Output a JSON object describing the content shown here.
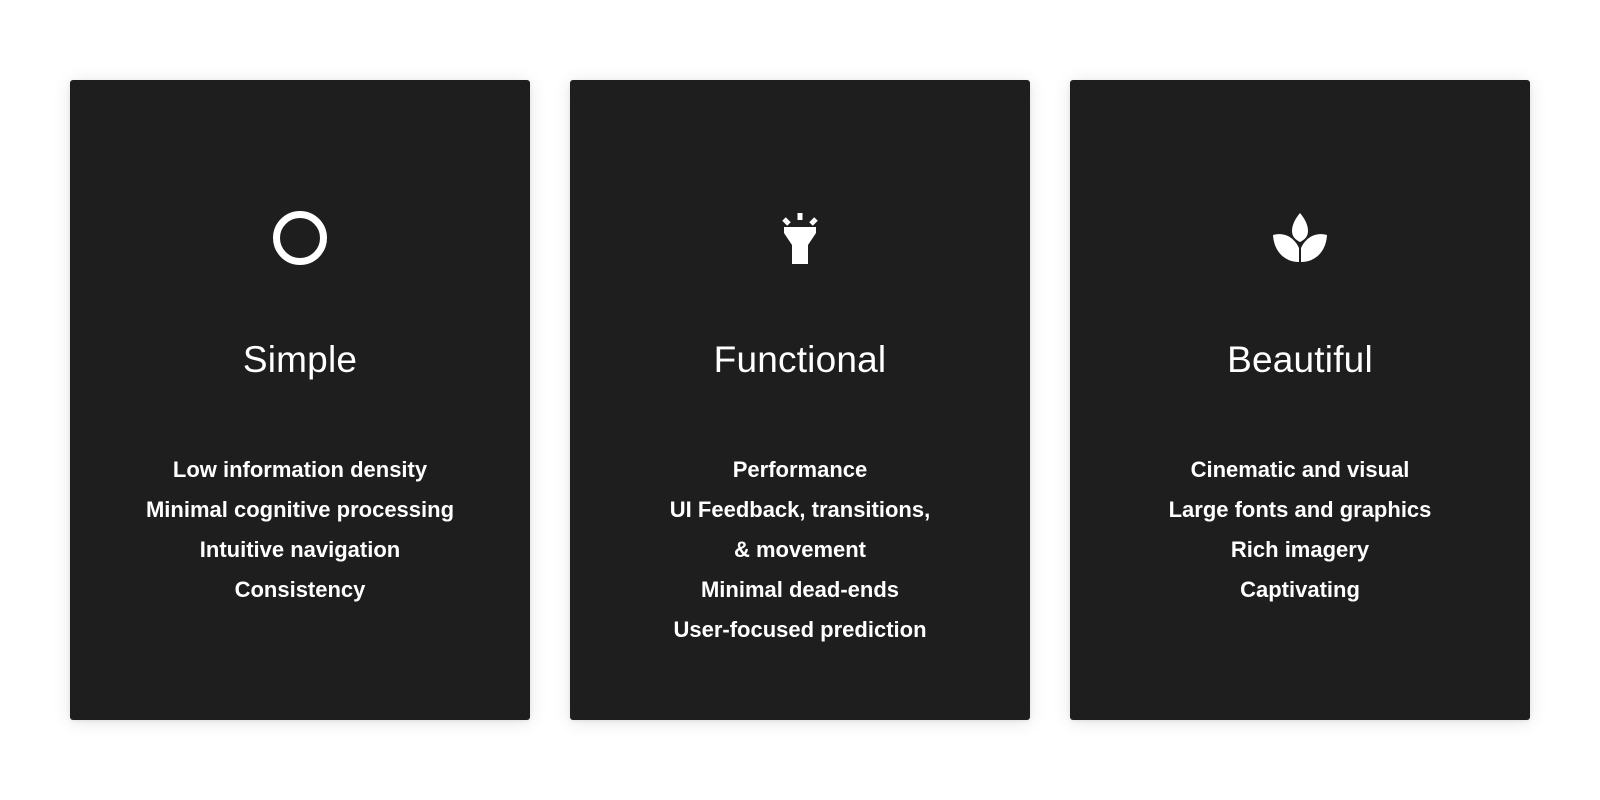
{
  "cards": [
    {
      "icon": "circle-outline-icon",
      "title": "Simple",
      "features": [
        "Low information density",
        "Minimal cognitive processing",
        "Intuitive navigation",
        "Consistency"
      ]
    },
    {
      "icon": "flashlight-icon",
      "title": "Functional",
      "features": [
        "Performance",
        "UI Feedback, transitions,",
        "& movement",
        "Minimal dead-ends",
        "User-focused prediction"
      ]
    },
    {
      "icon": "lotus-icon",
      "title": "Beautiful",
      "features": [
        "Cinematic and visual",
        "Large fonts and graphics",
        "Rich imagery",
        "Captivating"
      ]
    }
  ],
  "colors": {
    "background": "#ffffff",
    "card": "#1e1e1e",
    "text": "#ffffff"
  }
}
